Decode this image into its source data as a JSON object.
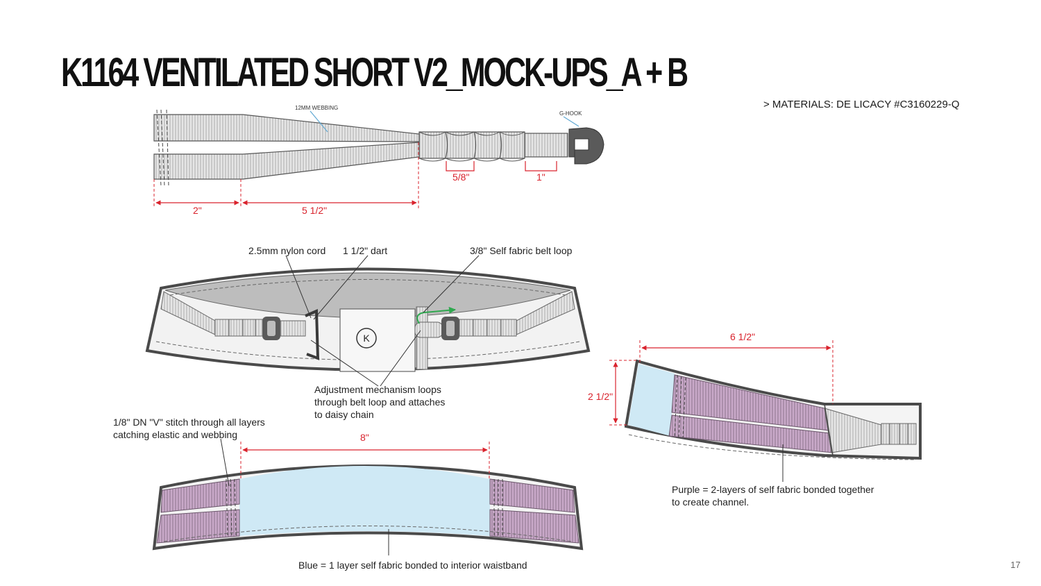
{
  "title": "K1164 VENTILATED SHORT V2_MOCK-UPS_A + B",
  "materials_note": "> MATERIALS: DE LICACY #C3160229-Q",
  "page_number": "17",
  "colors": {
    "outline": "#4a4a4a",
    "dimension": "#d9232d",
    "webbing": "#e4e4e4",
    "blue_layer": "#cfe9f5",
    "purple_layer": "#c9a9c9",
    "arrow_green": "#2fa84f"
  },
  "strap_diagram": {
    "webbing_label": "12MM WEBBING",
    "hook_label": "G-HOOK",
    "dim_loop": "5/8\"",
    "dim_end": "1\"",
    "dim_left": "2\"",
    "dim_taper": "5 1/2\""
  },
  "waistband_front": {
    "cord_label": "2.5mm nylon cord",
    "dart_label": "1 1/2\" dart",
    "belt_loop_label": "3/8\" Self fabric belt loop",
    "mechanism_note": [
      "Adjustment mechanism loops",
      "through belt loop and attaches",
      "to daisy chain"
    ],
    "logo_letter": "K"
  },
  "waistband_interior": {
    "stitch_note": [
      "1/8\" DN \"V\" stitch through all layers",
      "catching elastic and webbing"
    ],
    "dim_width": "8\"",
    "blue_note": "Blue = 1 layer self fabric bonded to interior waistband"
  },
  "waistband_side": {
    "dim_width": "6 1/2\"",
    "dim_height": "2 1/2\"",
    "purple_note": [
      "Purple = 2-layers of self fabric bonded together",
      "to create channel."
    ]
  }
}
